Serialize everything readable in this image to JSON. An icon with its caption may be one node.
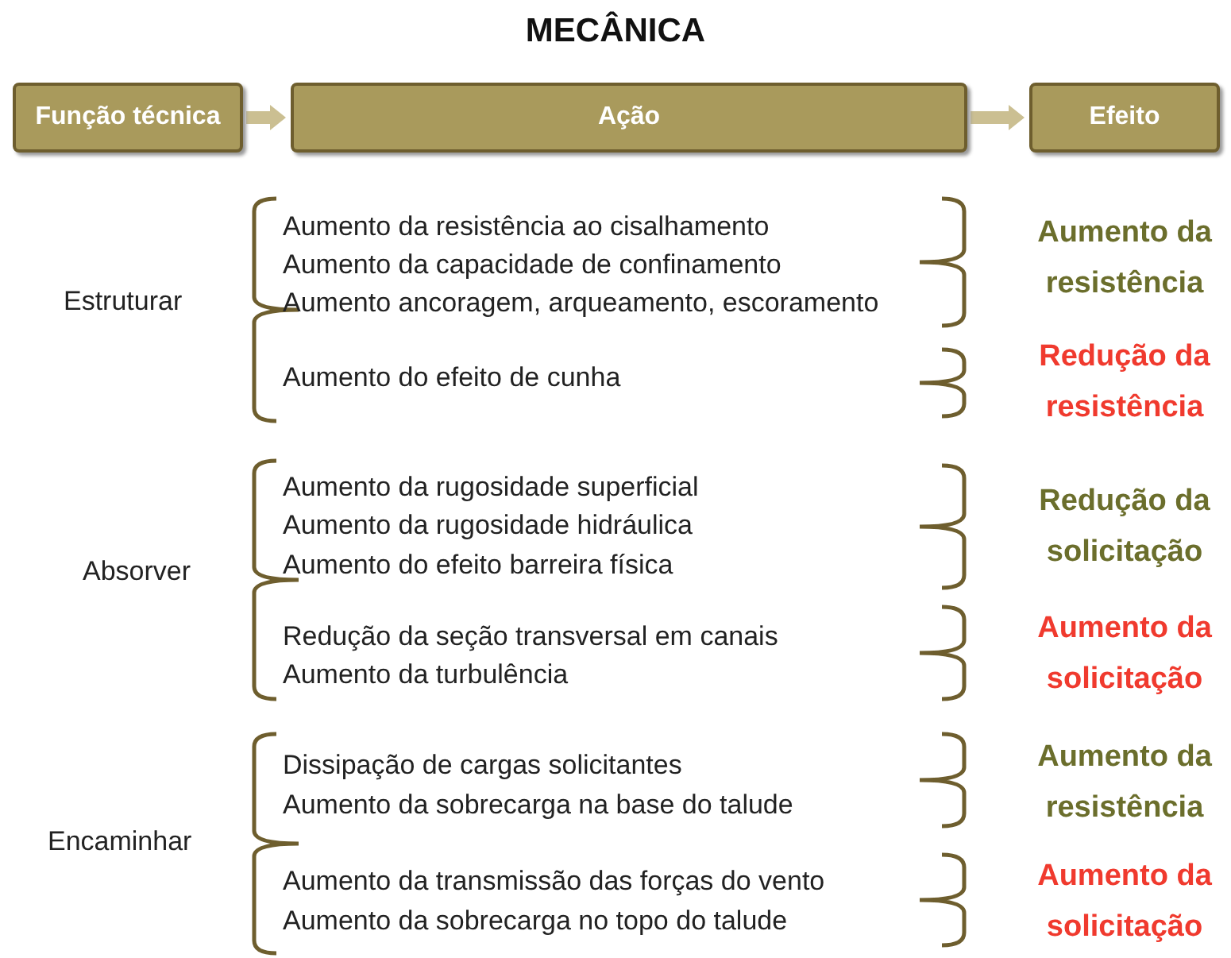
{
  "diagram": {
    "title": "MECÂNICA",
    "nodes": [
      {
        "text": [
          "Função técnica"
        ]
      },
      {
        "text": [
          "Ação"
        ]
      },
      {
        "text": [
          "Efeito"
        ]
      }
    ],
    "edges": [
      {
        "from": 0,
        "to": 1,
        "arrow": "to"
      },
      {
        "from": 1,
        "to": 2,
        "arrow": "to"
      }
    ],
    "labels": [
      "Estruturar",
      "Aumento da resistência ao cisalhamento",
      "Aumento da capacidade de confinamento",
      "Aumento ancoragem, arqueamento, escoramento",
      "Aumento da resistência",
      "Aumento do efeito de cunha",
      "Redução da resistência",
      "Absorver",
      "Aumento da rugosidade superficial",
      "Aumento da rugosidade hidráulica",
      "Aumento do efeito barreira física",
      "Redução da solicitação",
      "Redução da seção transversal em canais",
      "Aumento da turbulência",
      "Aumento da solicitação",
      "Encaminhar",
      "Dissipação de cargas solicitantes",
      "Aumento da sobrecarga na base do talude",
      "Aumento da resistência",
      "Aumento da transmissão das forças do vento",
      "Aumento da sobrecarga no topo do talude",
      "Aumento da solicitação"
    ]
  }
}
